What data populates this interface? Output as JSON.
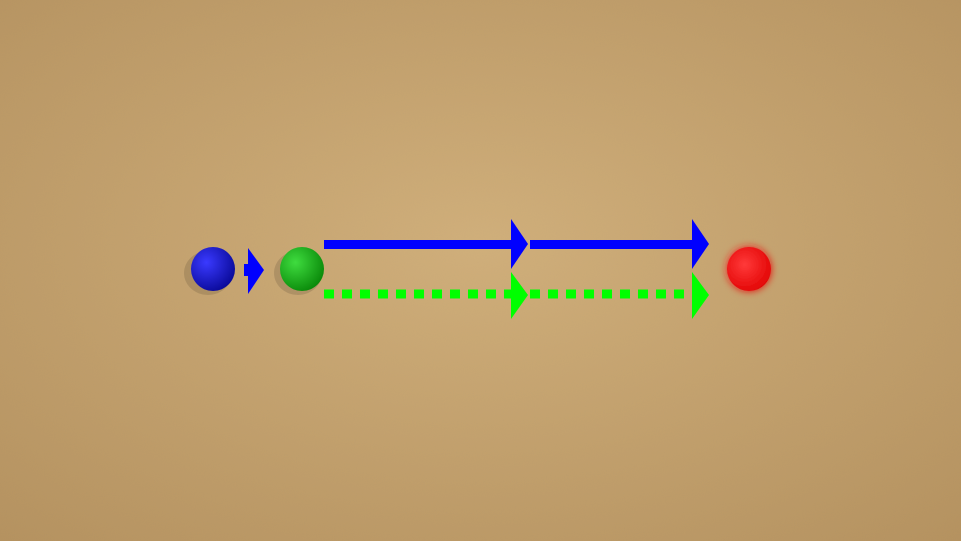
{
  "scene": {
    "background": "sand-texture",
    "background_color": "#c9a56e"
  },
  "balls": [
    {
      "name": "blue-ball",
      "color": "#1010c8"
    },
    {
      "name": "green-ball",
      "color": "#10b010"
    },
    {
      "name": "red-ball",
      "color": "#ff1010"
    }
  ],
  "arrows": [
    {
      "name": "blue-short-arrow",
      "color": "#0000ff",
      "style": "solid"
    },
    {
      "name": "blue-arrow-1",
      "color": "#0000ff",
      "style": "solid"
    },
    {
      "name": "blue-arrow-2",
      "color": "#0000ff",
      "style": "solid"
    },
    {
      "name": "green-dotted-arrow-1",
      "color": "#00ff00",
      "style": "dotted"
    },
    {
      "name": "green-dotted-arrow-2",
      "color": "#00ff00",
      "style": "dotted"
    }
  ]
}
